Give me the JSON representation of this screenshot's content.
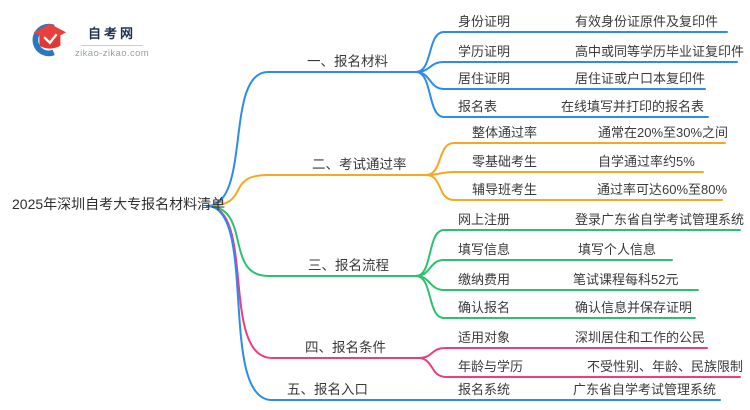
{
  "logo": {
    "site_name": "自考网",
    "site_url": "zikao-zikao.com"
  },
  "root": {
    "title": "2025年深圳自考大专报名材料清单"
  },
  "palette": {
    "branch_blue": "#2b8cf0",
    "branch_orange": "#f7a823",
    "branch_green": "#2bc26e",
    "branch_pink": "#ef3d7c",
    "logo_blue": "#2878c0",
    "logo_red": "#e8403c",
    "text": "#3a3a3a"
  },
  "branches": [
    {
      "label": "一、报名材料",
      "color": "#2b8cf0",
      "rows": [
        {
          "key": "身份证明",
          "value": "有效身份证原件及复印件"
        },
        {
          "key": "学历证明",
          "value": "高中或同等学历毕业证复印件"
        },
        {
          "key": "居住证明",
          "value": "居住证或户口本复印件"
        },
        {
          "key": "报名表",
          "value": "在线填写并打印的报名表"
        }
      ]
    },
    {
      "label": "二、考试通过率",
      "color": "#f7a823",
      "rows": [
        {
          "key": "整体通过率",
          "value": "通常在20%至30%之间"
        },
        {
          "key": "零基础考生",
          "value": "自学通过率约5%"
        },
        {
          "key": "辅导班考生",
          "value": "通过率可达60%至80%"
        }
      ]
    },
    {
      "label": "三、报名流程",
      "color": "#2bc26e",
      "rows": [
        {
          "key": "网上注册",
          "value": "登录广东省自学考试管理系统"
        },
        {
          "key": "填写信息",
          "value": "填写个人信息"
        },
        {
          "key": "缴纳费用",
          "value": "笔试课程每科52元"
        },
        {
          "key": "确认报名",
          "value": "确认信息并保存证明"
        }
      ]
    },
    {
      "label": "四、报名条件",
      "color": "#ef3d7c",
      "rows": [
        {
          "key": "适用对象",
          "value": "深圳居住和工作的公民"
        },
        {
          "key": "年龄与学历",
          "value": "不受性别、年龄、民族限制"
        }
      ]
    },
    {
      "label": "五、报名入口",
      "color": "#2b8cf0",
      "rows": [
        {
          "key": "报名系统",
          "value": "广东省自学考试管理系统"
        }
      ]
    }
  ]
}
